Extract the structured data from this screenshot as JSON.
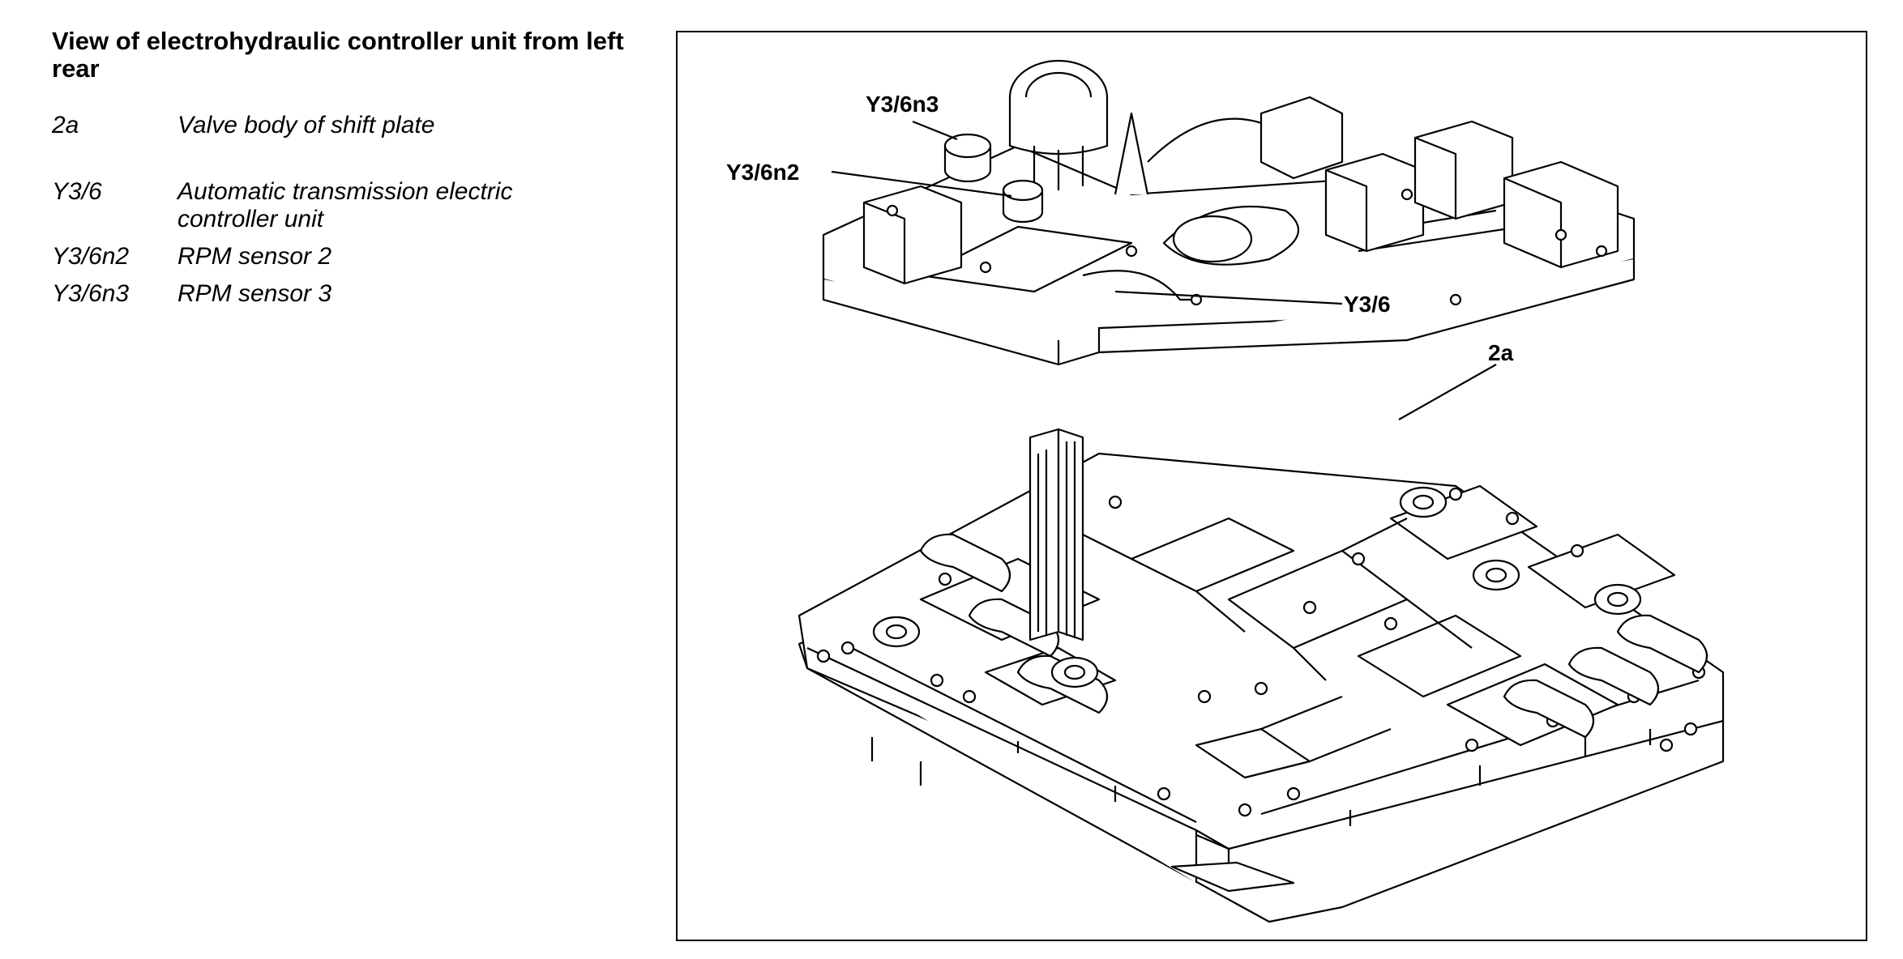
{
  "title": "View of electrohydraulic controller unit from left rear",
  "legend": [
    {
      "code": "2a",
      "description": "Valve body of shift plate"
    },
    {
      "code": "Y3/6",
      "description": "Automatic transmission electric controller unit"
    },
    {
      "code": "Y3/6n2",
      "description": "RPM sensor 2"
    },
    {
      "code": "Y3/6n3",
      "description": "RPM sensor 3"
    }
  ],
  "callouts": {
    "y3_6n3": "Y3/6n3",
    "y3_6n2": "Y3/6n2",
    "y3_6": "Y3/6",
    "a2": "2a"
  }
}
